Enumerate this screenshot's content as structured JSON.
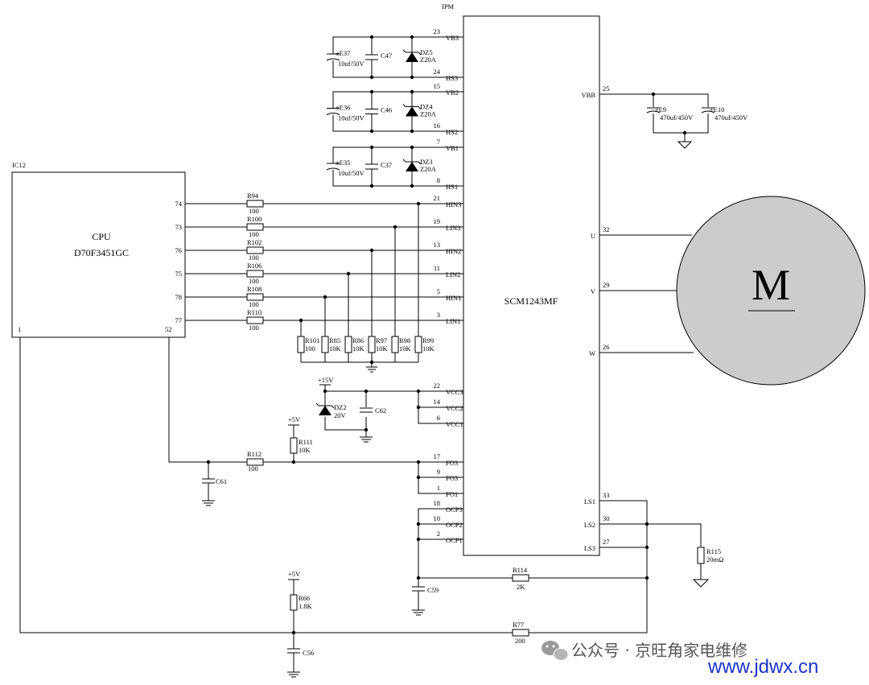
{
  "ipm": {
    "label": "IPM",
    "part": "SCM1243MF",
    "left_pins": [
      {
        "num": "23",
        "name": "VB3"
      },
      {
        "num": "24",
        "name": "HS3"
      },
      {
        "num": "15",
        "name": "VB2"
      },
      {
        "num": "16",
        "name": "HS2"
      },
      {
        "num": "7",
        "name": "VB1"
      },
      {
        "num": "8",
        "name": "HS1"
      },
      {
        "num": "21",
        "name": "HIN3"
      },
      {
        "num": "19",
        "name": "LIN3"
      },
      {
        "num": "13",
        "name": "HIN2"
      },
      {
        "num": "11",
        "name": "LIN2"
      },
      {
        "num": "5",
        "name": "HIN1"
      },
      {
        "num": "3",
        "name": "LIN1"
      },
      {
        "num": "22",
        "name": "VCC3"
      },
      {
        "num": "14",
        "name": "VCC2"
      },
      {
        "num": "6",
        "name": "VCC1"
      },
      {
        "num": "17",
        "name": "FO3"
      },
      {
        "num": "9",
        "name": "FO3"
      },
      {
        "num": "1",
        "name": "FO1"
      },
      {
        "num": "18",
        "name": "OCP3"
      },
      {
        "num": "10",
        "name": "OCP2"
      },
      {
        "num": "2",
        "name": "OCP1"
      }
    ],
    "right_pins": [
      {
        "num": "25",
        "name": "VBB"
      },
      {
        "num": "32",
        "name": "U"
      },
      {
        "num": "29",
        "name": "V"
      },
      {
        "num": "26",
        "name": "W"
      },
      {
        "num": "33",
        "name": "LS1"
      },
      {
        "num": "30",
        "name": "LS2"
      },
      {
        "num": "27",
        "name": "LS3"
      }
    ]
  },
  "cpu": {
    "ref": "IC12",
    "name": "CPU",
    "part": "D70F3451GC",
    "pins": [
      "74",
      "73",
      "76",
      "75",
      "78",
      "77"
    ],
    "pin_left": "1",
    "pin_right": "52"
  },
  "gate_resistors": [
    {
      "ref": "R94",
      "value": "100"
    },
    {
      "ref": "R100",
      "value": "100"
    },
    {
      "ref": "R102",
      "value": "100"
    },
    {
      "ref": "R106",
      "value": "100"
    },
    {
      "ref": "R108",
      "value": "100"
    },
    {
      "ref": "R110",
      "value": "100"
    }
  ],
  "pulldown_resistors": [
    {
      "ref": "R101",
      "value": "100"
    },
    {
      "ref": "R85",
      "value": "10K"
    },
    {
      "ref": "R86",
      "value": "10K"
    },
    {
      "ref": "R97",
      "value": "10K"
    },
    {
      "ref": "R98",
      "value": "10K"
    },
    {
      "ref": "R99",
      "value": "10K"
    }
  ],
  "bootstrap": [
    {
      "ecap": "E37",
      "ecap_value": "10uf/50V",
      "cap": "C47",
      "zener": "DZ5",
      "zener_value": "Z20A"
    },
    {
      "ecap": "E36",
      "ecap_value": "10uf/50V",
      "cap": "C46",
      "zener": "DZ4",
      "zener_value": "Z20A"
    },
    {
      "ecap": "E35",
      "ecap_value": "10uf/50V",
      "cap": "C37",
      "zener": "DZ3",
      "zener_value": "Z20A"
    }
  ],
  "bus_caps": [
    {
      "ref": "E9",
      "value": "470uf/450V"
    },
    {
      "ref": "E10",
      "value": "470uf/450V"
    }
  ],
  "vcc": {
    "rail": "+15V",
    "zener": "DZ2",
    "zener_value": "20V",
    "cap": "C62"
  },
  "fault": {
    "rail": "+5V",
    "pullup": "R111",
    "pullup_value": "10K",
    "series": "R112",
    "series_value": "100",
    "cap": "C61"
  },
  "ocp": {
    "cap": "C59",
    "resistor": "R114",
    "resistor_value": "2K"
  },
  "shunt": {
    "ref": "R115",
    "value": "20mΩ"
  },
  "bottom": {
    "rail": "+5V",
    "pullup": "R66",
    "pullup_value": "1.8K",
    "series": "R77",
    "series_value": "200",
    "cap": "C56"
  },
  "motor": {
    "label": "M"
  },
  "watermark": {
    "text": "公众号 · 京旺角家电维修",
    "url": "www.jdwx.cn"
  }
}
